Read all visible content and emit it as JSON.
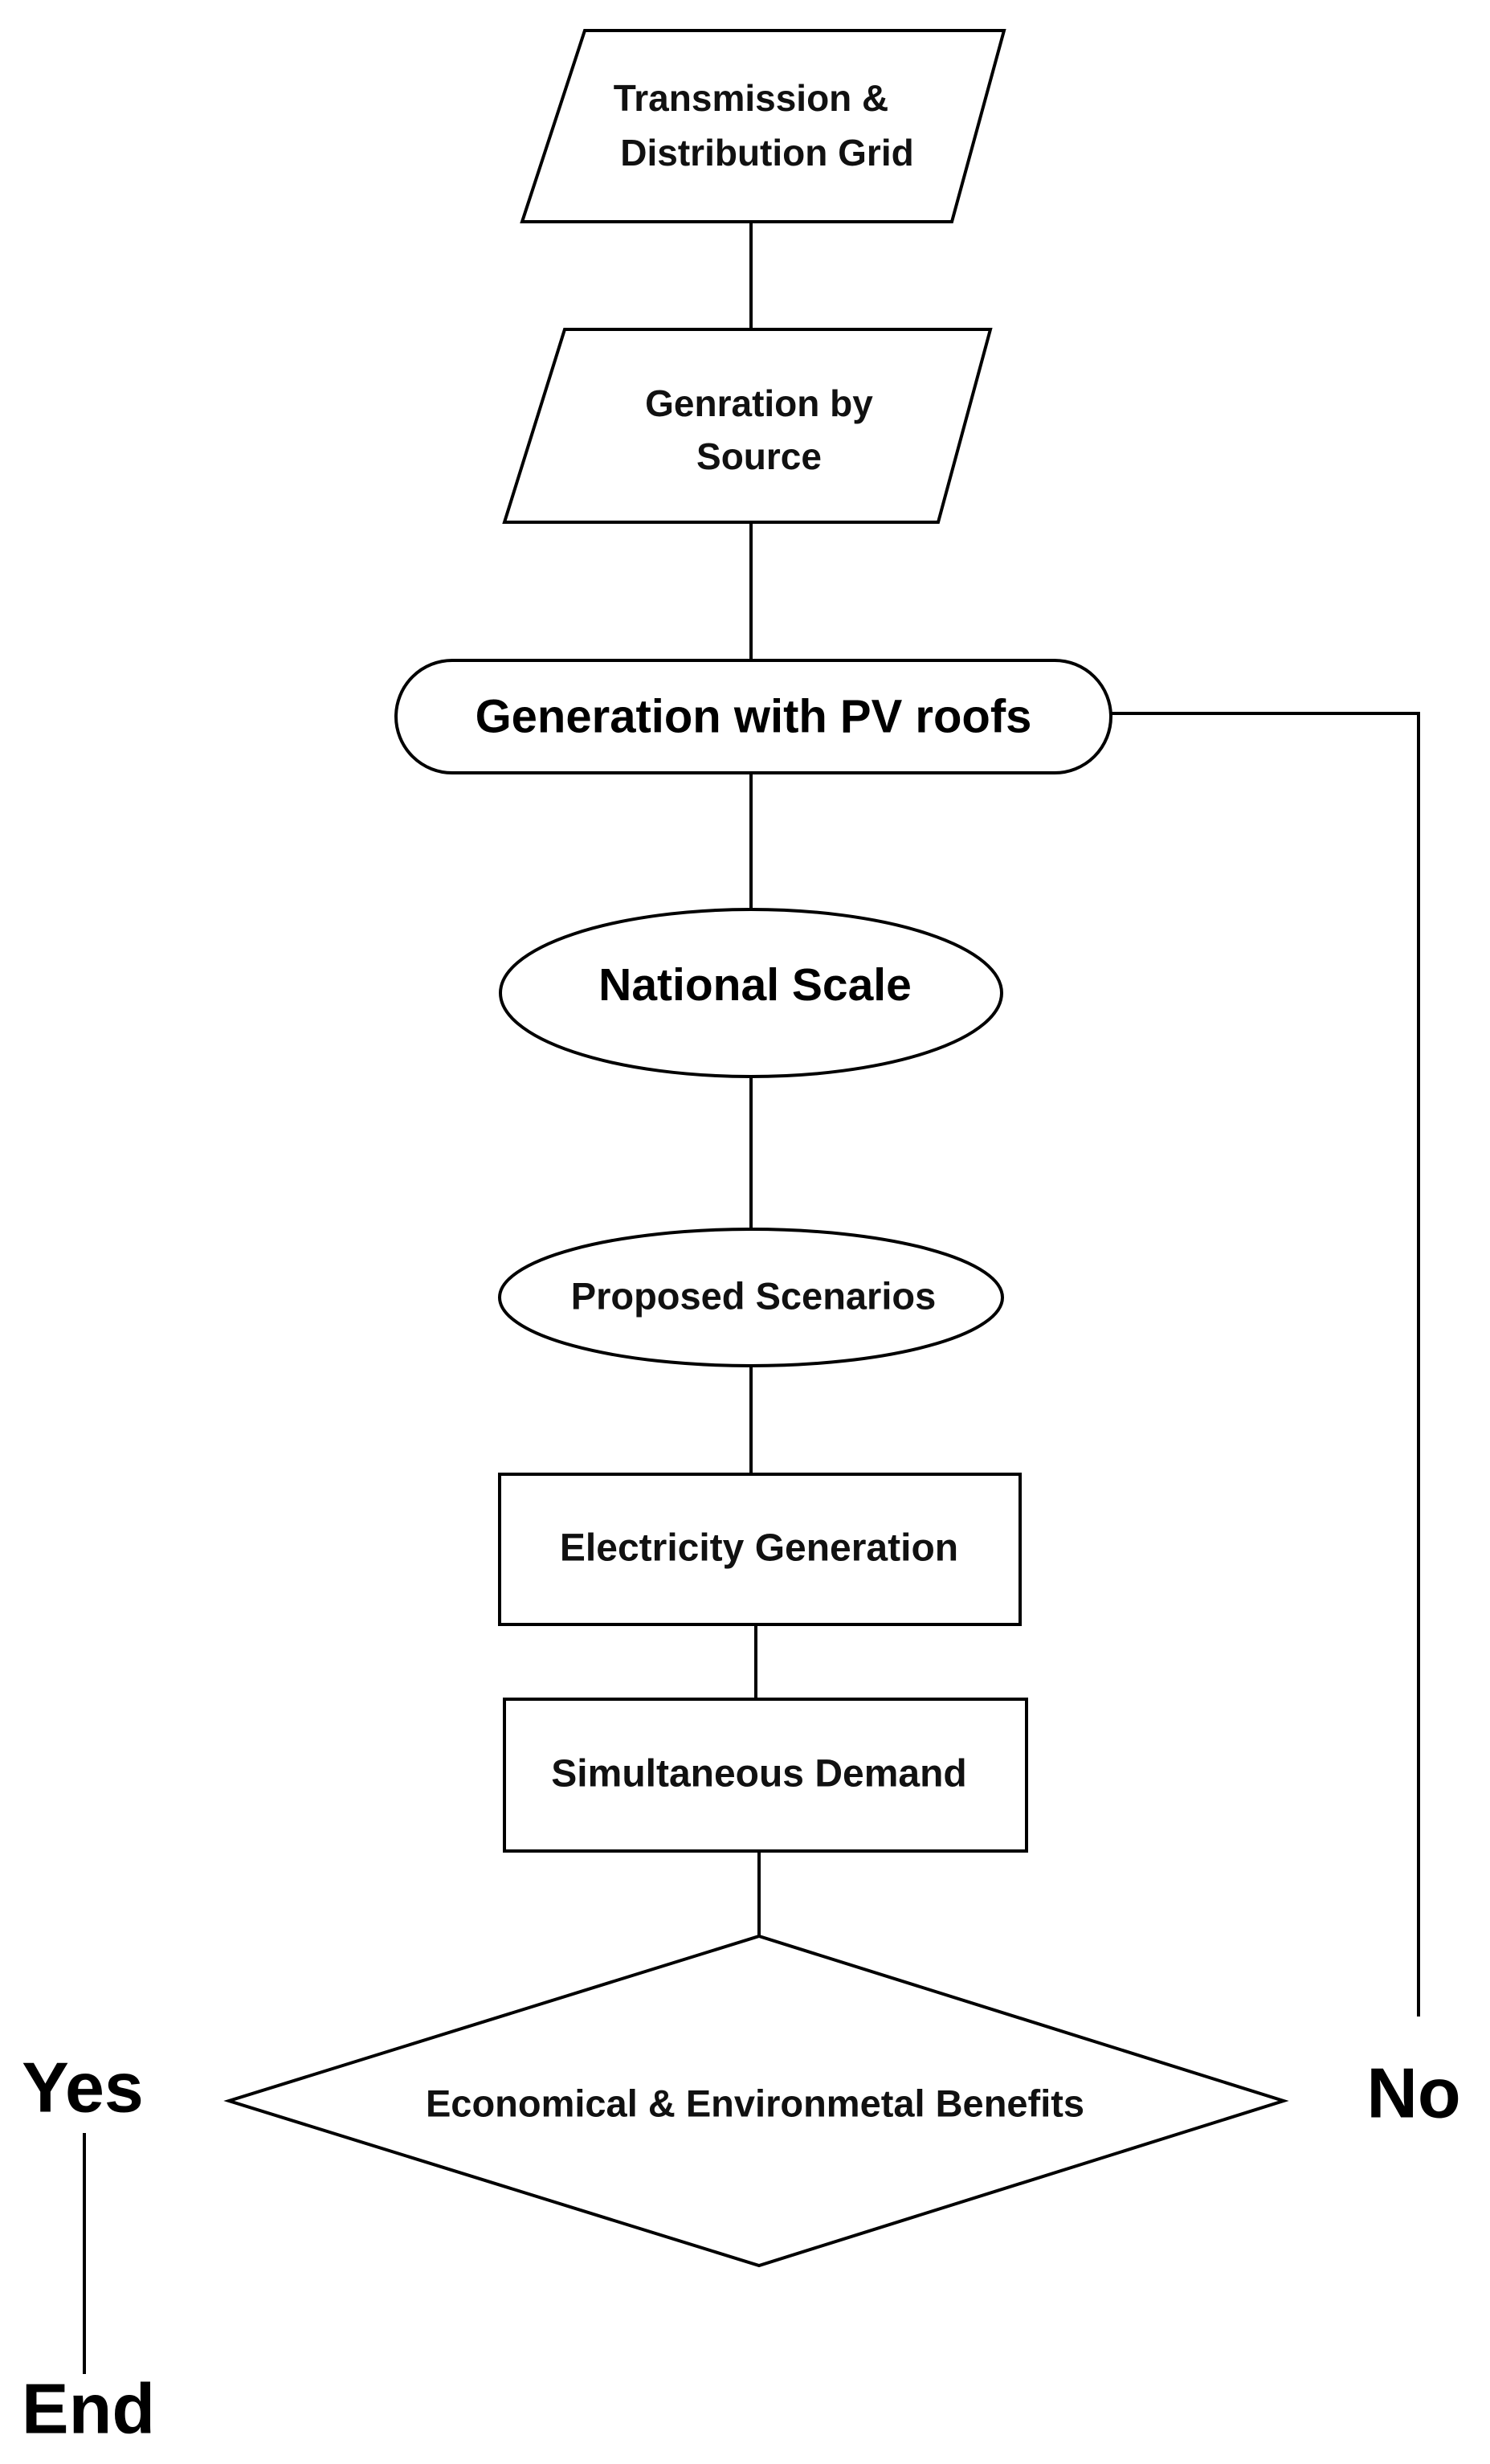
{
  "diagram": {
    "nodes": {
      "transmission": {
        "line1": "Transmission &",
        "line2": "Distribution Grid"
      },
      "generation_by_source": {
        "line1": "Genration by",
        "line2": "Source"
      },
      "pv_roofs": {
        "label": "Generation with PV roofs"
      },
      "national_scale": {
        "label": "National Scale"
      },
      "proposed_scenarios": {
        "label": "Proposed Scenarios"
      },
      "electricity_generation": {
        "label": "Electricity Generation"
      },
      "simultaneous_demand": {
        "label": "Simultaneous Demand"
      },
      "benefits_decision": {
        "label": "Economical & Environmetal Benefits"
      }
    },
    "branches": {
      "yes": "Yes",
      "no": "No",
      "end": "End"
    }
  }
}
